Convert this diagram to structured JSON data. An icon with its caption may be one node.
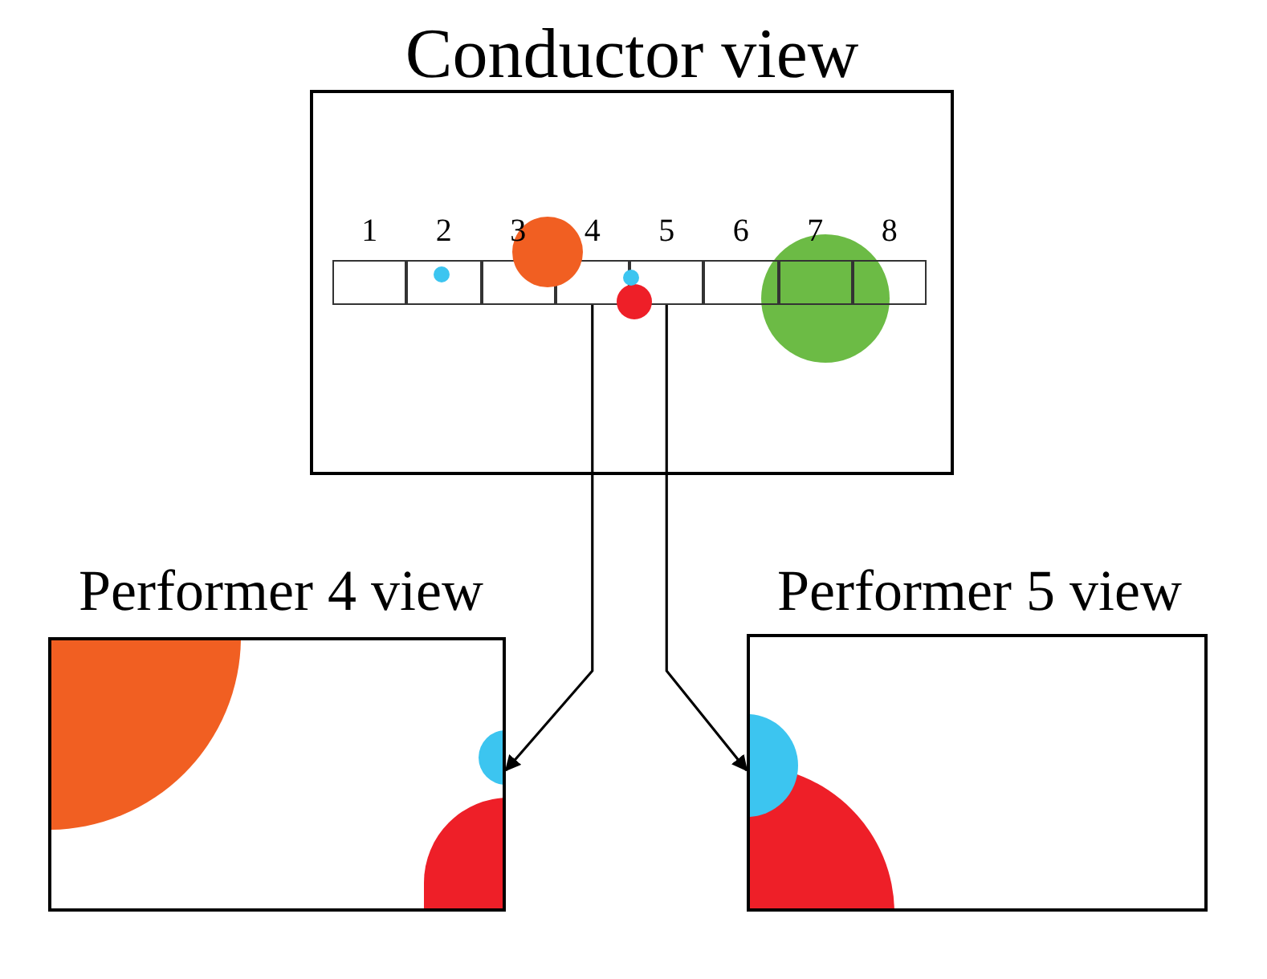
{
  "diagram": {
    "nodes": [
      {
        "text": [
          "Conductor view"
        ]
      },
      {
        "text": [
          "1"
        ],
        "in": 0
      },
      {
        "text": [
          "2"
        ],
        "in": 0
      },
      {
        "text": [
          "3"
        ],
        "in": 0
      },
      {
        "text": [
          "4"
        ],
        "in": 0
      },
      {
        "text": [
          "5"
        ],
        "in": 0
      },
      {
        "text": [
          "6"
        ],
        "in": 0
      },
      {
        "text": [
          "7"
        ],
        "in": 0
      },
      {
        "text": [
          "8"
        ],
        "in": 0
      },
      {
        "text": [
          "Performer 4 view"
        ]
      },
      {
        "text": [
          "Performer 5 view"
        ]
      }
    ],
    "edges": [
      {
        "from": 4,
        "to": 9,
        "arrow": "to"
      },
      {
        "from": 5,
        "to": 10,
        "arrow": "to"
      }
    ]
  }
}
